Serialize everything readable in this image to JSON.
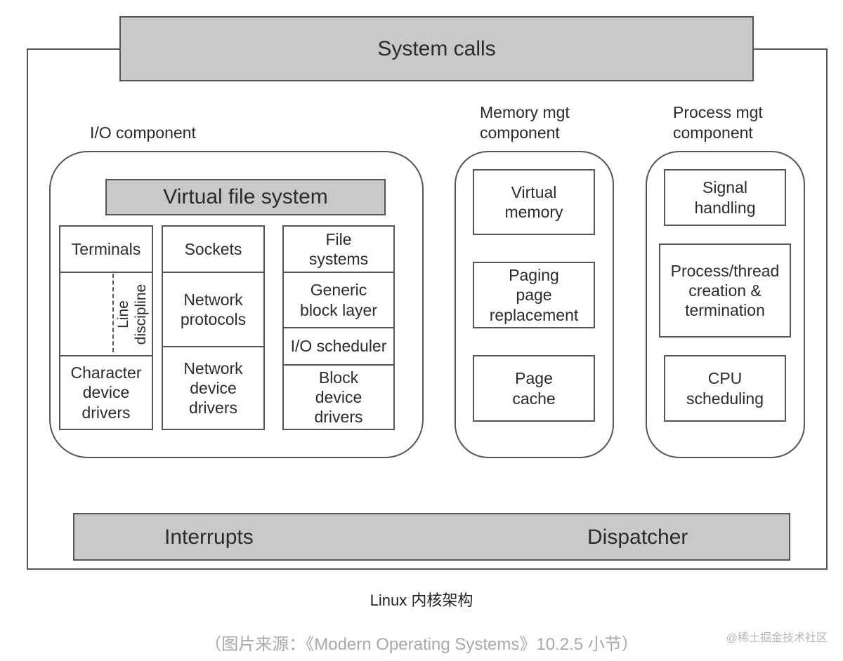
{
  "diagram": {
    "system_calls": "System calls",
    "io_component": {
      "label": "I/O component",
      "vfs": "Virtual file system",
      "char_column": {
        "terminals": "Terminals",
        "line_discipline": [
          "Line",
          "discipline"
        ],
        "drivers": [
          "Character",
          "device",
          "drivers"
        ]
      },
      "net_column": {
        "sockets": "Sockets",
        "protocols": [
          "Network",
          "protocols"
        ],
        "drivers": [
          "Network",
          "device",
          "drivers"
        ]
      },
      "block_column": {
        "file_systems": [
          "File",
          "systems"
        ],
        "generic_block": [
          "Generic",
          "block layer"
        ],
        "io_scheduler": "I/O scheduler",
        "drivers": [
          "Block",
          "device",
          "drivers"
        ]
      }
    },
    "memory_component": {
      "label": [
        "Memory mgt",
        "component"
      ],
      "items": [
        [
          "Virtual",
          "memory"
        ],
        [
          "Paging",
          "page",
          "replacement"
        ],
        [
          "Page",
          "cache"
        ]
      ]
    },
    "process_component": {
      "label": [
        "Process mgt",
        "component"
      ],
      "items": [
        [
          "Signal",
          "handling"
        ],
        [
          "Process/thread",
          "creation &",
          "termination"
        ],
        [
          "CPU",
          "scheduling"
        ]
      ]
    },
    "bottom_bar": {
      "left": "Interrupts",
      "right": "Dispatcher"
    }
  },
  "caption": "Linux 内核架构",
  "source": "（图片来源：《Modern Operating Systems》10.2.5 小节）",
  "watermark": "@稀土掘金技术社区"
}
